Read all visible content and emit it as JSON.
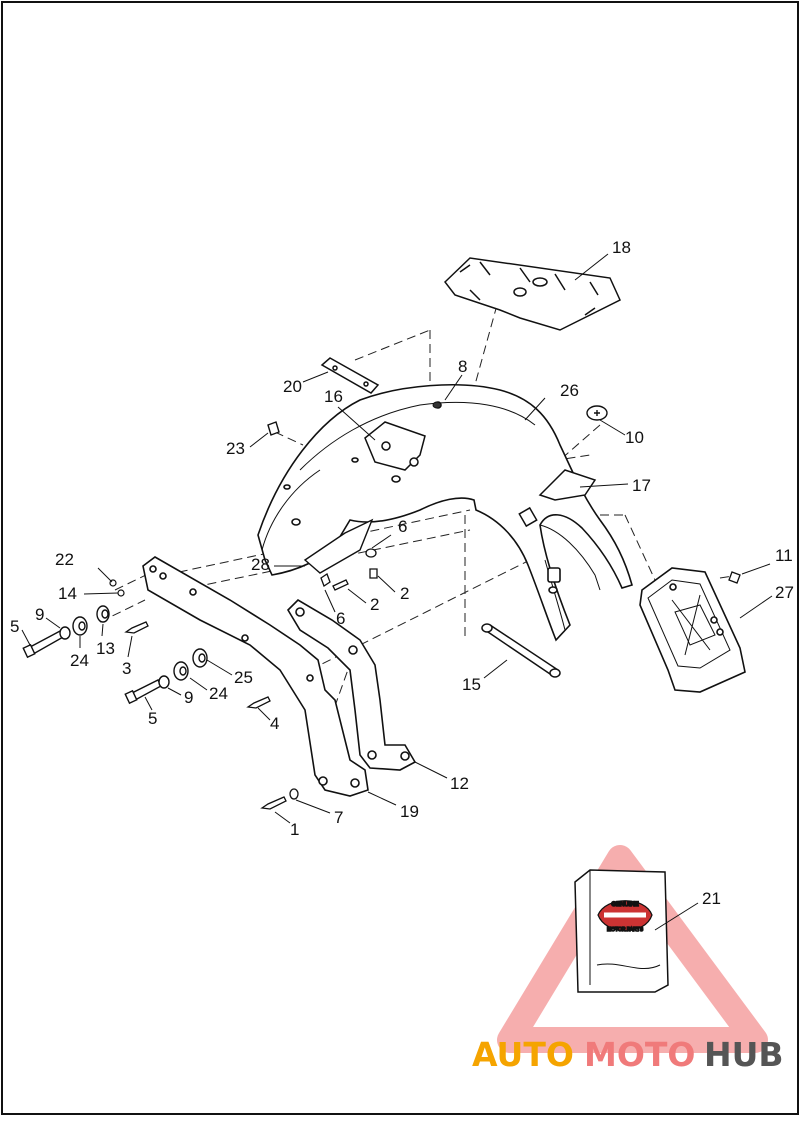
{
  "diagram": {
    "callouts": [
      {
        "id": "c18",
        "label": "18"
      },
      {
        "id": "c8",
        "label": "8"
      },
      {
        "id": "c26",
        "label": "26"
      },
      {
        "id": "c20",
        "label": "20"
      },
      {
        "id": "c16",
        "label": "16"
      },
      {
        "id": "c10",
        "label": "10"
      },
      {
        "id": "c23",
        "label": "23"
      },
      {
        "id": "c17",
        "label": "17"
      },
      {
        "id": "c6a",
        "label": "6"
      },
      {
        "id": "c22",
        "label": "22"
      },
      {
        "id": "c28",
        "label": "28"
      },
      {
        "id": "c11",
        "label": "11"
      },
      {
        "id": "c14",
        "label": "14"
      },
      {
        "id": "c2a",
        "label": "2"
      },
      {
        "id": "c2b",
        "label": "2"
      },
      {
        "id": "c27",
        "label": "27"
      },
      {
        "id": "c9a",
        "label": "9"
      },
      {
        "id": "c6b",
        "label": "6"
      },
      {
        "id": "c5a",
        "label": "5"
      },
      {
        "id": "c13",
        "label": "13"
      },
      {
        "id": "c24a",
        "label": "24"
      },
      {
        "id": "c3",
        "label": "3"
      },
      {
        "id": "c25",
        "label": "25"
      },
      {
        "id": "c15",
        "label": "15"
      },
      {
        "id": "c24b",
        "label": "24"
      },
      {
        "id": "c9b",
        "label": "9"
      },
      {
        "id": "c5b",
        "label": "5"
      },
      {
        "id": "c4",
        "label": "4"
      },
      {
        "id": "c12",
        "label": "12"
      },
      {
        "id": "c19",
        "label": "19"
      },
      {
        "id": "c7",
        "label": "7"
      },
      {
        "id": "c1",
        "label": "1"
      },
      {
        "id": "c21",
        "label": "21"
      }
    ],
    "box_logo": {
      "top": "GENUINE",
      "bottom": "MOTOR PARTS"
    }
  },
  "watermark": {
    "part1": "AUTO",
    "part2": "MOTO",
    "part3": "HUB",
    "color1": "#f5a400",
    "color2": "#f07a7a",
    "color3": "#555555"
  }
}
